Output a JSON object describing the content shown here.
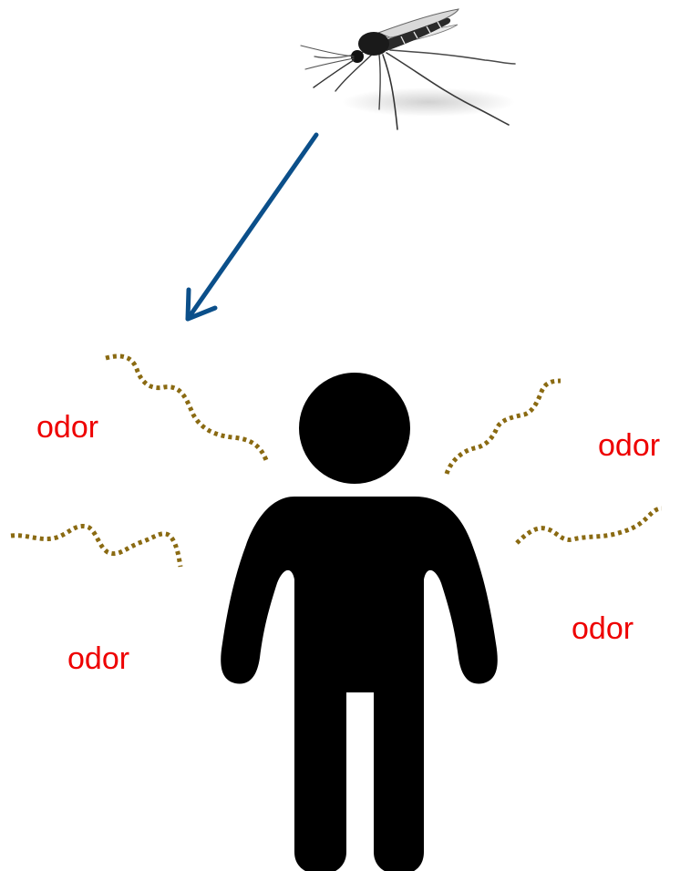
{
  "labels": {
    "odor_top_left": "odor",
    "odor_top_right": "odor",
    "odor_bottom_right": "odor",
    "odor_bottom_left": "odor"
  },
  "icons": {
    "mosquito": "mosquito-icon",
    "person": "person-icon",
    "arrow": "arrow-icon",
    "odor_trail": "odor-trail"
  },
  "colors": {
    "label_text": "#ee0000",
    "arrow": "#0b4f8a",
    "odor_trail": "#8a6a12",
    "person": "#000000",
    "mosquito": "#1e1e1e",
    "background": "#ffffff"
  }
}
